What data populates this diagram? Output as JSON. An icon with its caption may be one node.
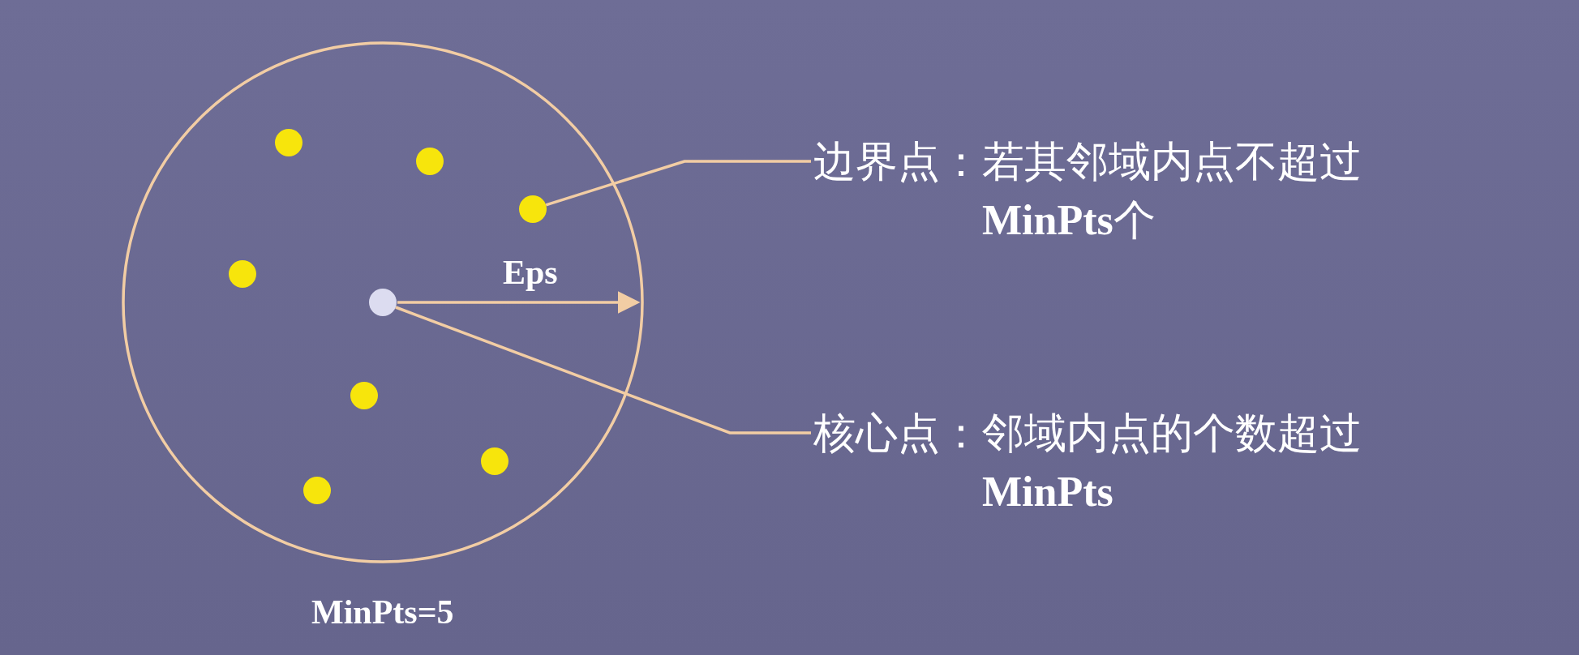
{
  "diagram": {
    "nodes": [
      {
        "text": [],
        "shape": "circle"
      },
      {
        "text": [],
        "shape": "circle"
      },
      {
        "text": [],
        "shape": "circle"
      },
      {
        "text": [],
        "shape": "circle"
      },
      {
        "text": [],
        "shape": "circle"
      },
      {
        "text": [],
        "shape": "circle"
      },
      {
        "text": [],
        "shape": "circle"
      },
      {
        "text": [],
        "shape": "circle"
      },
      {
        "text": [
          "边界点：若其邻域内点不超过**MinPts**个"
        ]
      },
      {
        "text": [
          "核心点：邻域内点的个数超过**MinPts**"
        ]
      }
    ],
    "edges": [
      {
        "from": 8,
        "to": 2,
        "arrow": "none"
      },
      {
        "from": 9,
        "to": 4,
        "arrow": "none"
      }
    ],
    "labels": [
      "Eps",
      "MinPts=5"
    ]
  }
}
